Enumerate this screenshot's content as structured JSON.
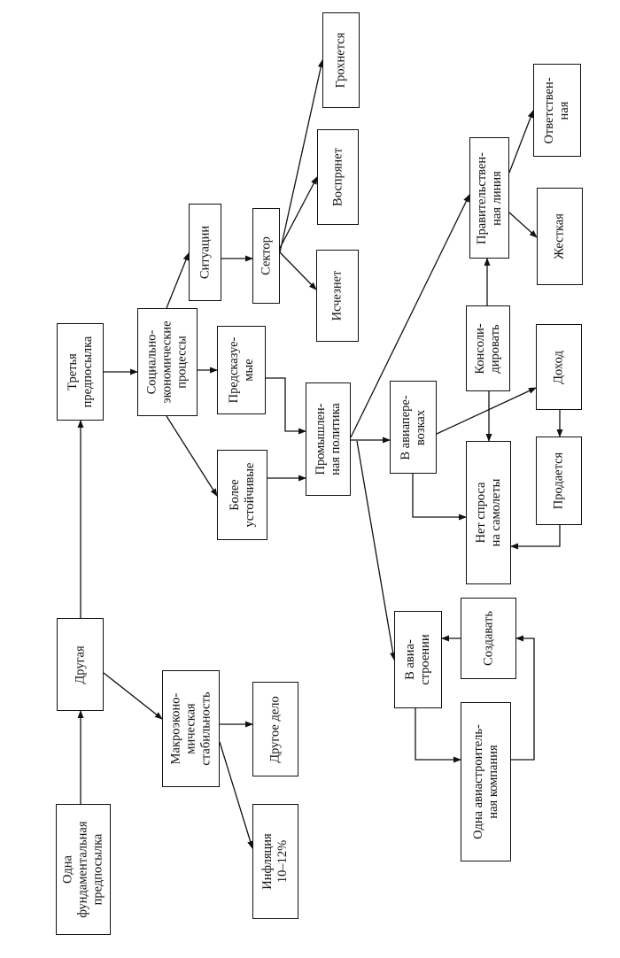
{
  "nodes": {
    "fundamental": [
      "Одна",
      "фундаментальная",
      "предпосылка"
    ],
    "other": [
      "Другая"
    ],
    "third": [
      "Третья",
      "предпосылка"
    ],
    "macro": [
      "Макроэконо-",
      "мическая",
      "стабильность"
    ],
    "inflation": [
      "Инфляция",
      "10–12%"
    ],
    "other_matter": [
      "Другое дело"
    ],
    "socio": [
      "Социально-",
      "экономические",
      "процессы"
    ],
    "situations": [
      "Ситуации"
    ],
    "sector": [
      "Сектор"
    ],
    "crash": [
      "Грохнется"
    ],
    "revive": [
      "Воспрянет"
    ],
    "vanish": [
      "Исчезнет"
    ],
    "predictable": [
      "Предсказуе-",
      "мые"
    ],
    "stable": [
      "Более",
      "устойчивые"
    ],
    "industrial": [
      "Промышлен-",
      "ная политика"
    ],
    "air_transport": [
      "В авиапере-",
      "возках"
    ],
    "consolidate": [
      "Консоли-",
      "дировать"
    ],
    "gov_line": [
      "Правительствен-",
      "ная линия"
    ],
    "responsible": [
      "Ответствен-",
      "ная"
    ],
    "hard": [
      "Жесткая"
    ],
    "income": [
      "Доход"
    ],
    "sold": [
      "Продается"
    ],
    "no_demand": [
      "Нет спроса",
      "на самолеты"
    ],
    "aircraft_building": [
      "В авиа-",
      "строении"
    ],
    "create": [
      "Создавать"
    ],
    "one_company": [
      "Одна авиастроитель-",
      "ная компания"
    ]
  }
}
